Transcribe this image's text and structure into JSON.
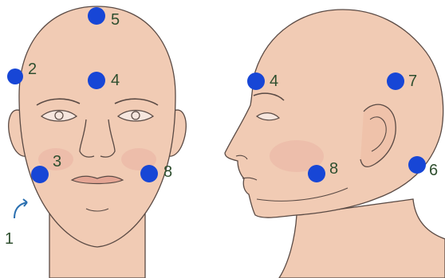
{
  "colors": {
    "skin": "#f1cbb4",
    "skin_shade": "#e7b7a0",
    "outline": "#5a4a44",
    "marker": "#1746d6",
    "label": "#2f4f2f",
    "arrow": "#2a6fb0"
  },
  "front_view": {
    "points": [
      {
        "label": "5"
      },
      {
        "label": "2"
      },
      {
        "label": "4"
      },
      {
        "label": "3"
      },
      {
        "label": "8"
      }
    ],
    "pointer_label": "1"
  },
  "side_view": {
    "points": [
      {
        "label": "4"
      },
      {
        "label": "7"
      },
      {
        "label": "8"
      },
      {
        "label": "6"
      }
    ]
  }
}
